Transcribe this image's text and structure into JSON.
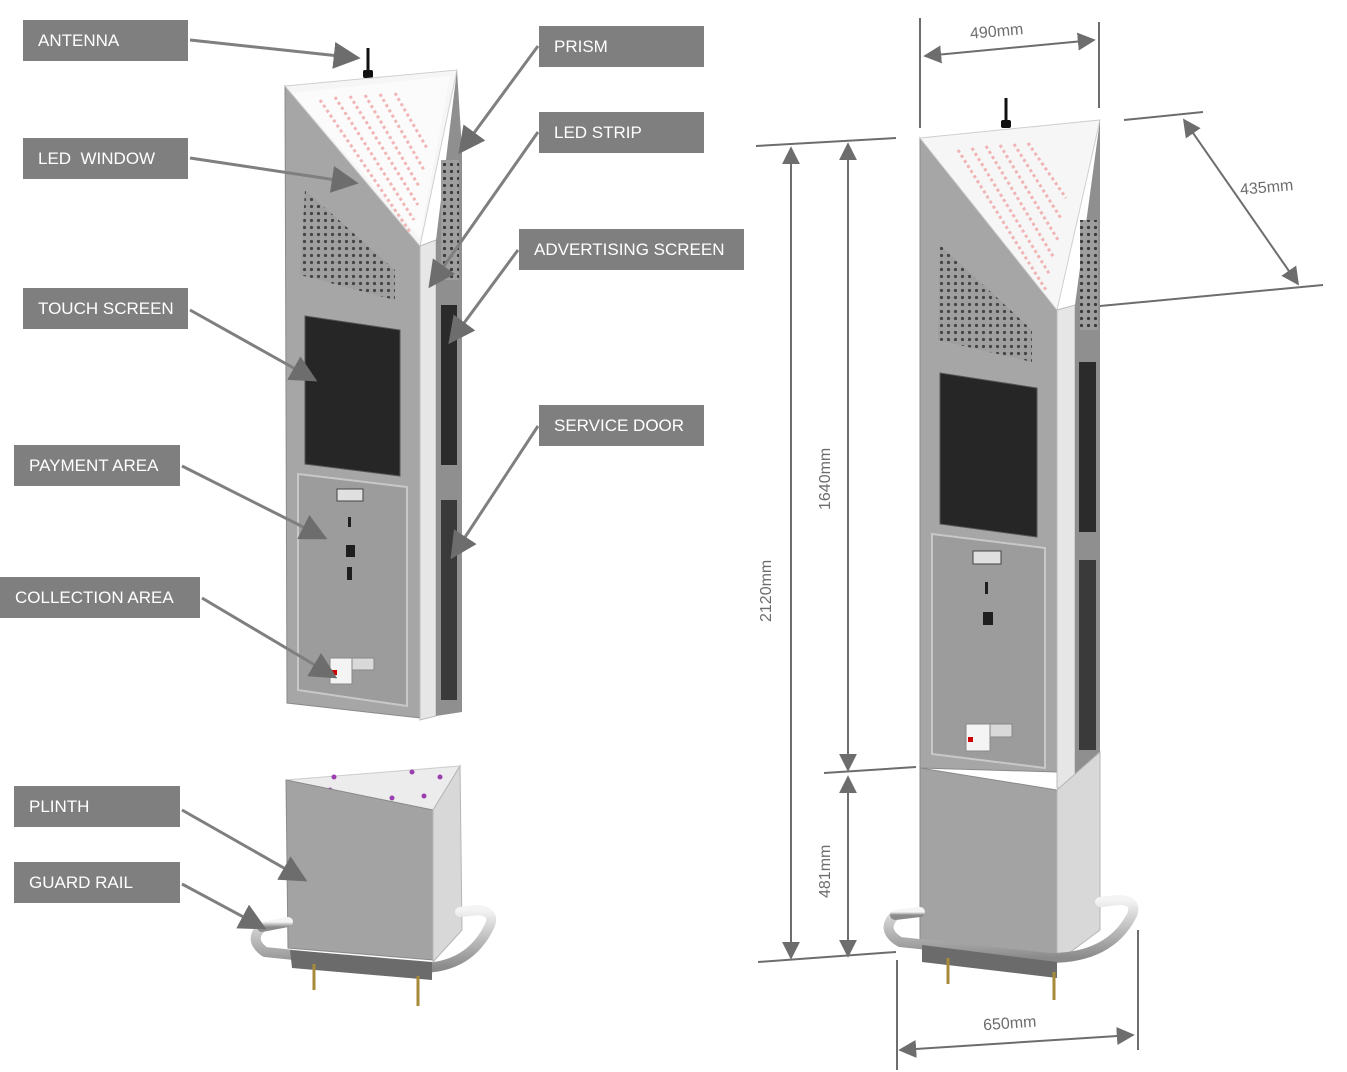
{
  "labels": {
    "antenna": "ANTENNA",
    "led_window": "LED  WINDOW",
    "touch_screen": "TOUCH SCREEN",
    "payment_area": "PAYMENT AREA",
    "collection_area": "COLLECTION AREA",
    "plinth": "PLINTH",
    "guard_rail": "GUARD RAIL",
    "prism": "PRISM",
    "led_strip": "LED STRIP",
    "advertising_screen": "ADVERTISING SCREEN",
    "service_door": "SERVICE DOOR"
  },
  "dimensions": {
    "width_top": "490mm",
    "depth": "435mm",
    "unit_height": "1640mm",
    "total_height": "2120mm",
    "plinth_height": "481mm",
    "rail_width": "650mm"
  },
  "colors": {
    "label_bg": "#7f7f7f",
    "label_text": "#ffffff",
    "body": "#a3a3a3",
    "screen": "#262626",
    "led": "#f2b4b4",
    "dimension_line": "#6d6d6d"
  }
}
